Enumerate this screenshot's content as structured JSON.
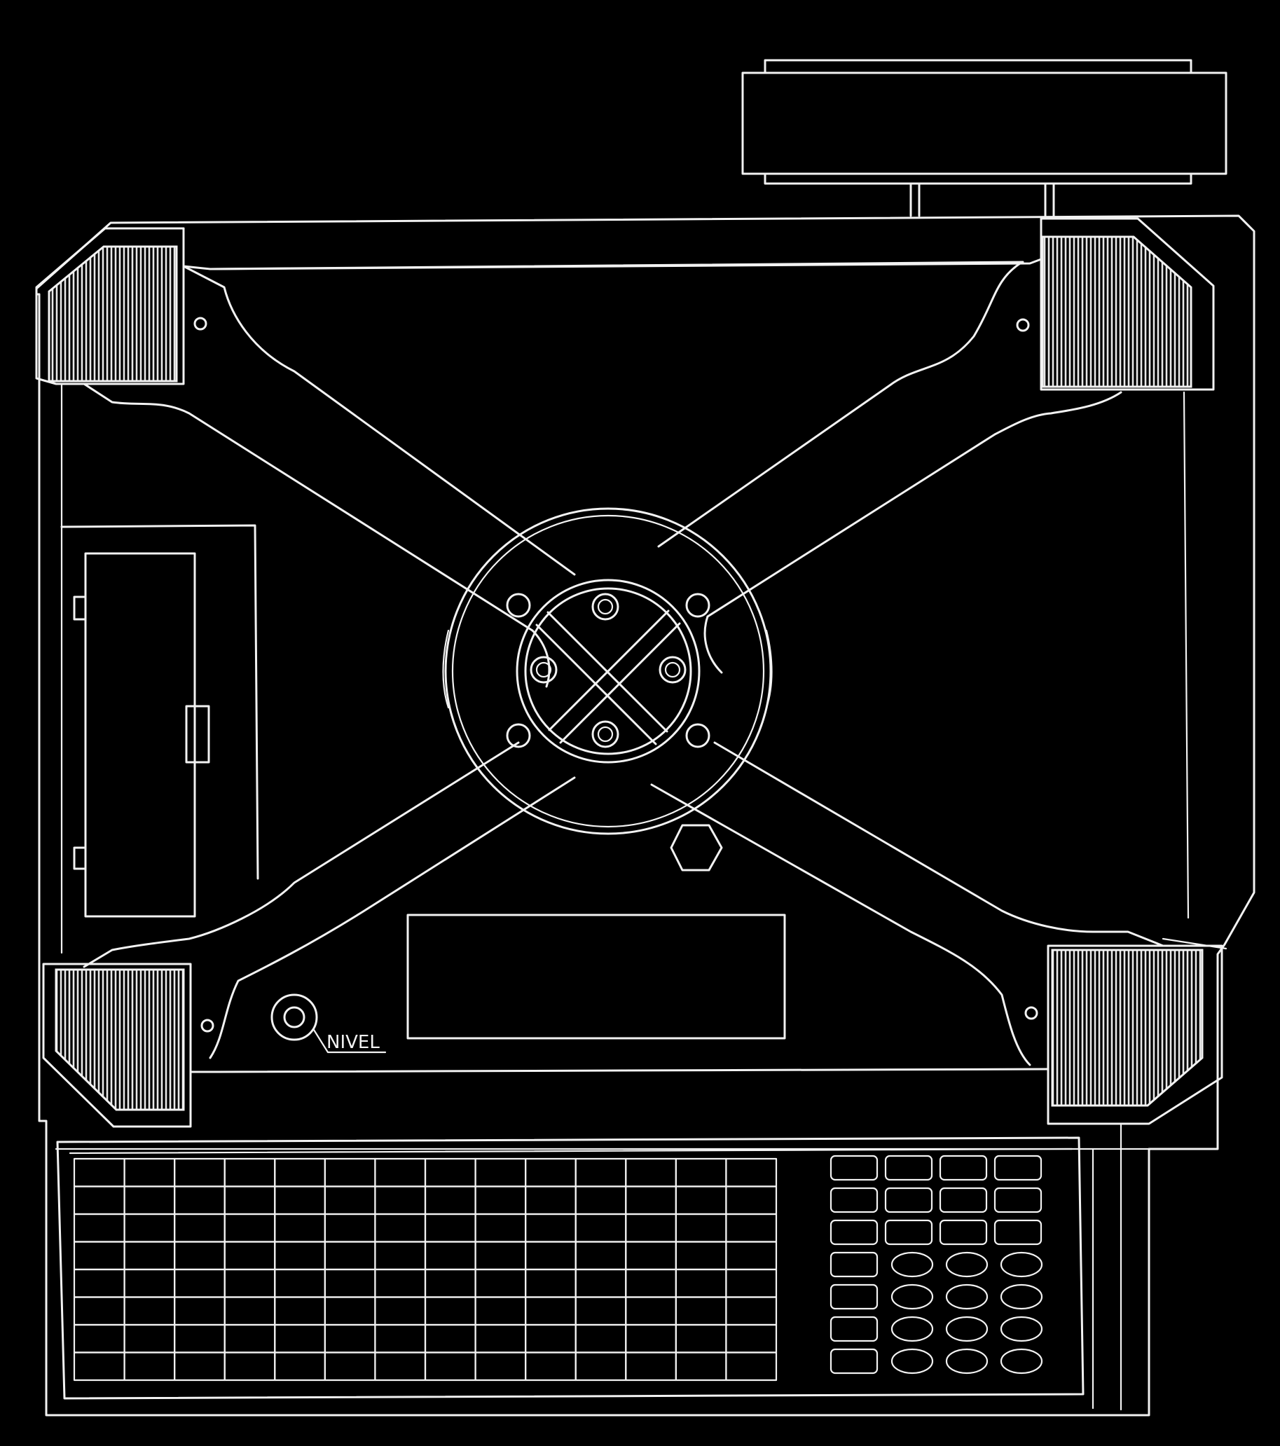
{
  "drawing": {
    "level_label": "NIVEL",
    "colors": {
      "background": "#000000",
      "line": "#f2f2f2"
    }
  },
  "keypad": {
    "product_grid": {
      "rows": 8,
      "columns": 14
    },
    "function_keys": {
      "rect_rows": 3,
      "rect_columns": 4,
      "side_rect_rows": 4,
      "oval_rows": 4,
      "oval_columns": 3
    }
  }
}
